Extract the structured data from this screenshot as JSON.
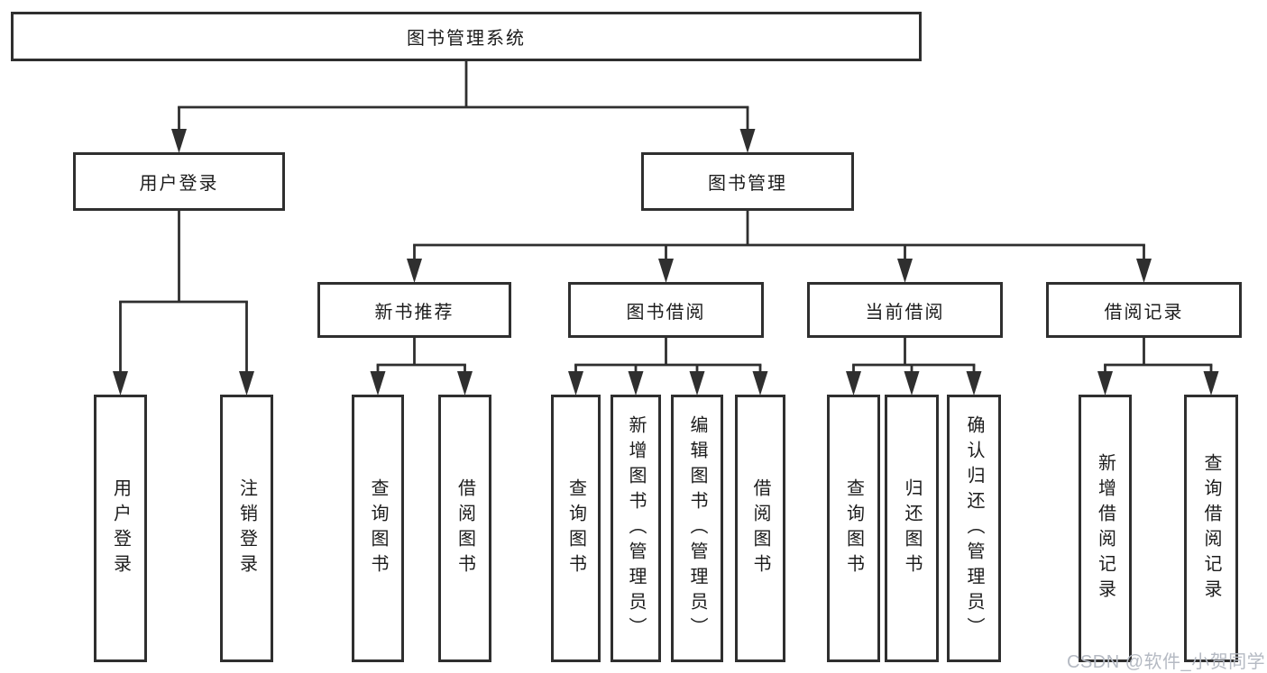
{
  "diagram": {
    "watermark": "CSDN @软件_小贺同学",
    "colors": {
      "line": "#2f2f2f",
      "box_border": "#2f2f2f",
      "text": "#1c1c1c",
      "background": "#ffffff",
      "watermark": "#b5bac3"
    },
    "nodes": [
      {
        "id": "root",
        "label": "图书管理系统"
      },
      {
        "id": "login",
        "label": "用户登录"
      },
      {
        "id": "mgmt",
        "label": "图书管理"
      },
      {
        "id": "rec",
        "label": "新书推荐"
      },
      {
        "id": "borrow",
        "label": "图书借阅"
      },
      {
        "id": "current",
        "label": "当前借阅"
      },
      {
        "id": "records",
        "label": "借阅记录"
      },
      {
        "id": "leaf-login-1",
        "label": "用户登录"
      },
      {
        "id": "leaf-login-2",
        "label": "注销登录"
      },
      {
        "id": "leaf-rec-1",
        "label": "查询图书"
      },
      {
        "id": "leaf-rec-2",
        "label": "借阅图书"
      },
      {
        "id": "leaf-borrow-1",
        "label": "查询图书"
      },
      {
        "id": "leaf-borrow-2",
        "label": "新增图书（管理员）"
      },
      {
        "id": "leaf-borrow-3",
        "label": "编辑图书（管理员）"
      },
      {
        "id": "leaf-borrow-4",
        "label": "借阅图书"
      },
      {
        "id": "leaf-current-1",
        "label": "查询图书"
      },
      {
        "id": "leaf-current-2",
        "label": "归还图书"
      },
      {
        "id": "leaf-current-3",
        "label": "确认归还（管理员）"
      },
      {
        "id": "leaf-records-1",
        "label": "新增借阅记录"
      },
      {
        "id": "leaf-records-2",
        "label": "查询借阅记录"
      }
    ],
    "edges": [
      {
        "from": "root",
        "to": [
          "login",
          "mgmt"
        ]
      },
      {
        "from": "login",
        "to": [
          "leaf-login-1",
          "leaf-login-2"
        ]
      },
      {
        "from": "mgmt",
        "to": [
          "rec",
          "borrow",
          "current",
          "records"
        ]
      },
      {
        "from": "rec",
        "to": [
          "leaf-rec-1",
          "leaf-rec-2"
        ]
      },
      {
        "from": "borrow",
        "to": [
          "leaf-borrow-1",
          "leaf-borrow-2",
          "leaf-borrow-3",
          "leaf-borrow-4"
        ]
      },
      {
        "from": "current",
        "to": [
          "leaf-current-1",
          "leaf-current-2",
          "leaf-current-3"
        ]
      },
      {
        "from": "records",
        "to": [
          "leaf-records-1",
          "leaf-records-2"
        ]
      }
    ]
  }
}
